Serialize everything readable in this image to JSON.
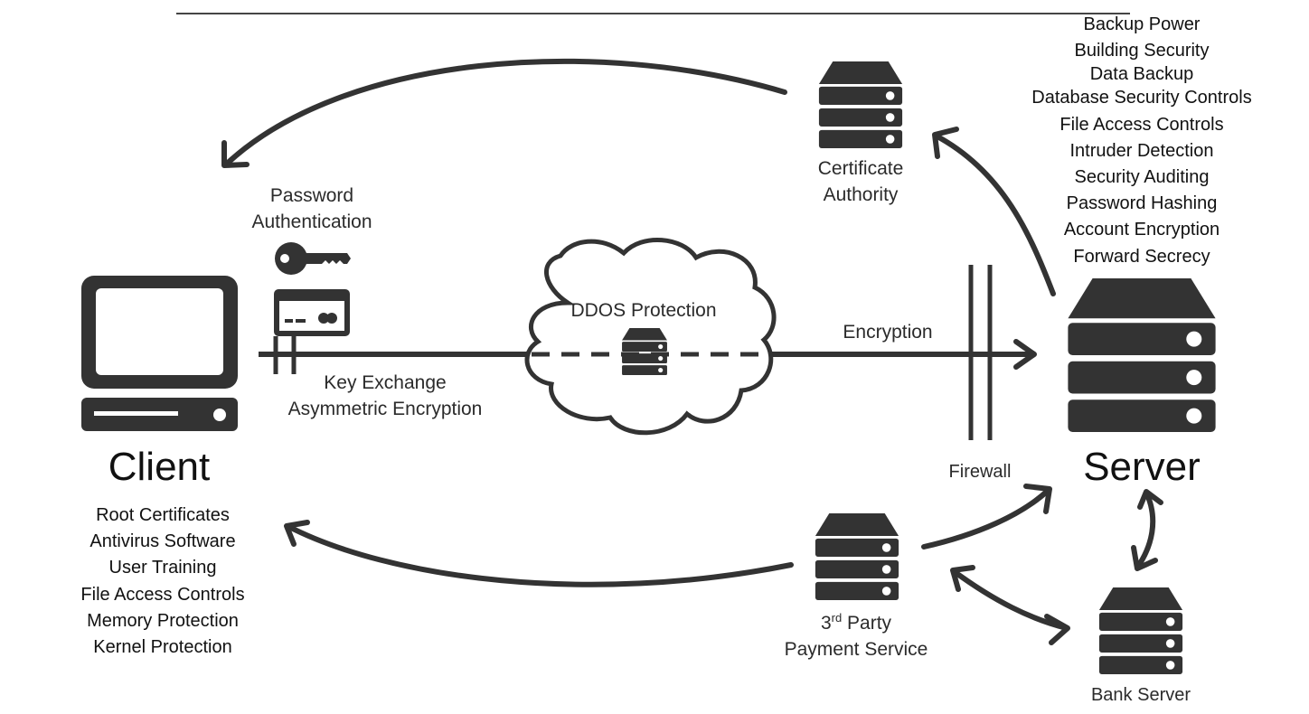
{
  "colors": {
    "ink": "#333333",
    "background": "#ffffff"
  },
  "client": {
    "title": "Client",
    "features": [
      "Root Certificates",
      "Antivirus Software",
      "User Training",
      "File Access Controls",
      "Memory Protection",
      "Kernel Protection"
    ]
  },
  "server": {
    "title": "Server",
    "features": [
      "Backup Power",
      "Building Security",
      "Data Backup",
      "Database Security Controls",
      "File Access Controls",
      "Intruder Detection",
      "Security Auditing",
      "Password Hashing",
      "Account Encryption",
      "Forward Secrecy"
    ]
  },
  "password_auth": {
    "line1": "Password",
    "line2": "Authentication"
  },
  "key_exchange": {
    "line1": "Key Exchange",
    "line2": "Asymmetric Encryption"
  },
  "ddos": "DDOS Protection",
  "encryption": "Encryption",
  "firewall": "Firewall",
  "certificate_authority": {
    "line1": "Certificate",
    "line2": "Authority"
  },
  "third_party": {
    "number": "3",
    "superscript": "rd",
    "line1_suffix": "Party",
    "line2": "Payment Service"
  },
  "bank_server": "Bank Server",
  "icons": [
    "monitor-icon",
    "key-icon",
    "credit-card-icon",
    "server-icon",
    "cloud-icon",
    "firewall-icon"
  ]
}
